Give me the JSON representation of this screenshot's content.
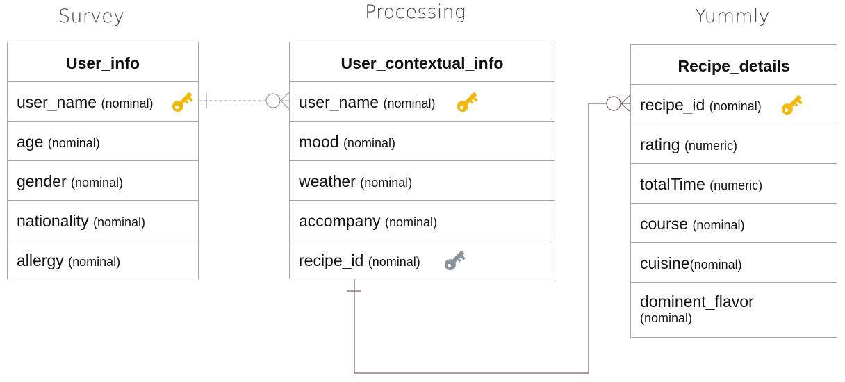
{
  "groups": {
    "left": "Survey",
    "center": "Processing",
    "right": "Yummly"
  },
  "entities": {
    "user_info": {
      "name": "User_info",
      "fields": [
        {
          "name": "user_name",
          "type": "(nominal)",
          "key": "primary"
        },
        {
          "name": "age",
          "type": "(nominal)"
        },
        {
          "name": "gender",
          "type": "(nominal)"
        },
        {
          "name": "nationality",
          "type": "(nominal)"
        },
        {
          "name": "allergy",
          "type": "(nominal)"
        }
      ]
    },
    "user_contextual_info": {
      "name": "User_contextual_info",
      "fields": [
        {
          "name": "user_name",
          "type": "(nominal)",
          "key": "primary"
        },
        {
          "name": "mood",
          "type": "(nominal)"
        },
        {
          "name": "weather",
          "type": "(nominal)"
        },
        {
          "name": "accompany",
          "type": "(nominal)"
        },
        {
          "name": "recipe_id",
          "type": "(nominal)",
          "key": "foreign"
        }
      ]
    },
    "recipe_details": {
      "name": "Recipe_details",
      "fields": [
        {
          "name": "recipe_id",
          "type": "(nominal)",
          "key": "primary"
        },
        {
          "name": "rating",
          "type": "(numeric)"
        },
        {
          "name": "totalTime",
          "type": "(numeric)"
        },
        {
          "name": "course",
          "type": "(nominal)"
        },
        {
          "name": "cuisine",
          "type": "(nominal)"
        },
        {
          "name": "dominent_flavor",
          "type": "(nominal)"
        }
      ]
    }
  },
  "relationships": [
    {
      "from": "User_info.user_name",
      "to": "User_contextual_info.user_name",
      "from_cardinality": "one",
      "to_cardinality": "zero-or-many",
      "line_style": "dashed"
    },
    {
      "from": "User_contextual_info.recipe_id",
      "to": "Recipe_details.recipe_id",
      "from_cardinality": "one",
      "to_cardinality": "zero-or-many",
      "line_style": "solid"
    }
  ],
  "colors": {
    "primary_key": "#f2b90d",
    "foreign_key": "#8a939c",
    "border": "#a6a6a6",
    "dashed_line": "#999999",
    "solid_line": "#7b5d6f"
  },
  "icons": {
    "primary_key": "gold-key-icon",
    "foreign_key": "gray-key-icon"
  }
}
